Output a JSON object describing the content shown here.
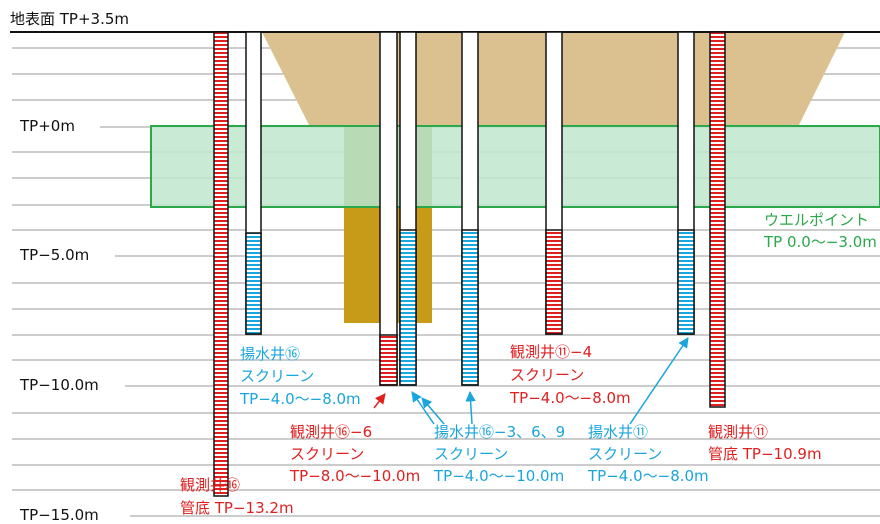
{
  "colors": {
    "ground": "#dcc190",
    "wellpoint_fill": "#bfe8cf",
    "wellpoint_border": "#2aa84a",
    "olive": "#8d8a22",
    "brown": "#c79a18",
    "observation": "#e01f1f",
    "pumping": "#1aa5dc"
  },
  "labels": {
    "ground_surface": "地表面  TP+3.5m",
    "tp0": "TP+0m",
    "tp5": "TP−5.0m",
    "tp10": "TP−10.0m",
    "tp15": "TP−15.0m",
    "wellpoint_line1": "ウエルポイント",
    "wellpoint_line2": "TP  0.0〜−3.0m",
    "pump16_line1": "揚水井⑯",
    "pump16_line2": "スクリーン",
    "pump16_line3": "TP−4.0〜−8.0m",
    "obs16_6_line1": "観測井⑯−6",
    "obs16_6_line2": "スクリーン",
    "obs16_6_line3": "TP−8.0〜−10.0m",
    "obs16_line1": "観測井⑯",
    "obs16_line2": "管底  TP−13.2m",
    "pump16_369_line1": "揚水井⑯−3、6、9",
    "pump16_369_line2": "スクリーン",
    "pump16_369_line3": "TP−4.0〜−10.0m",
    "obs11_4_line1": "観測井⑪−4",
    "obs11_4_line2": "スクリーン",
    "obs11_4_line3": "TP−4.0〜−8.0m",
    "pump11_line1": "揚水井⑪",
    "pump11_line2": "スクリーン",
    "pump11_line3": "TP−4.0〜−8.0m",
    "obs11_line1": "観測井⑪",
    "obs11_line2": "管底  TP−10.9m"
  }
}
